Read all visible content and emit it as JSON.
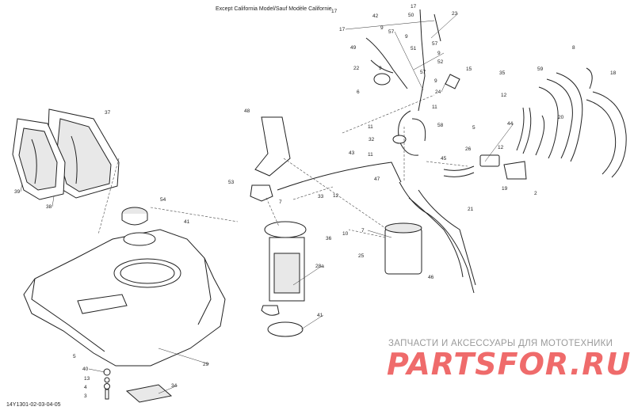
{
  "caption": "Except California Model/Sauf Modèle Californie",
  "figure_code": "14Y1301-02-03-04-05",
  "watermark": {
    "tagline": "ЗАПЧАСТИ И АКСЕССУАРЫ ДЛЯ МОТОТЕХНИКИ",
    "brand": "PARTSFOR.RU",
    "brand_color": "#ef6b6b"
  },
  "callouts": [
    "17",
    "42",
    "17",
    "50",
    "23",
    "17",
    "9",
    "9",
    "57",
    "49",
    "57",
    "8",
    "51",
    "9",
    "52",
    "22",
    "9",
    "15",
    "6",
    "24",
    "35",
    "59",
    "18",
    "12",
    "11",
    "37",
    "48",
    "11",
    "58",
    "32",
    "5",
    "44",
    "20",
    "26",
    "12",
    "11",
    "43",
    "45",
    "7",
    "19",
    "2",
    "47",
    "53",
    "54",
    "33",
    "12",
    "10",
    "36",
    "21",
    "7",
    "41",
    "25",
    "28a",
    "46",
    "41",
    "5",
    "29",
    "40",
    "13",
    "4",
    "3",
    "34",
    "39",
    "38",
    "9",
    "57"
  ]
}
